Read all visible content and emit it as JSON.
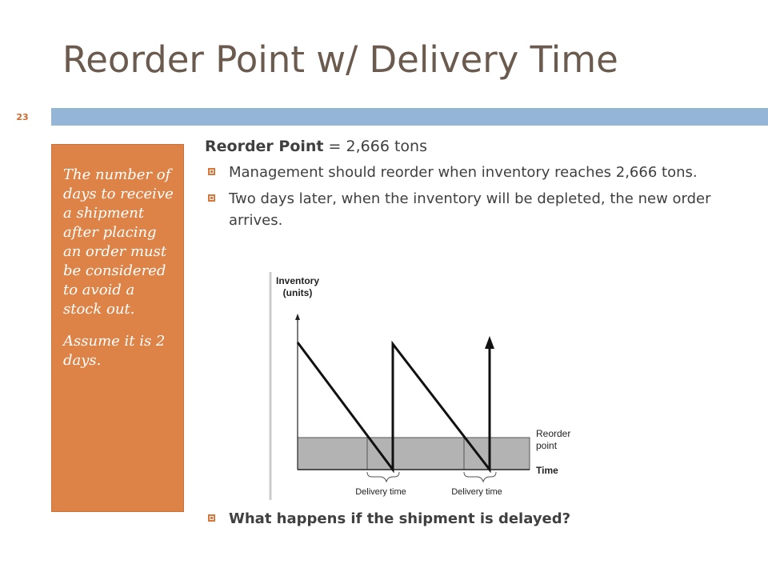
{
  "title": "Reorder Point w/ Delivery Time",
  "slide_number": "23",
  "sidebar": {
    "paragraph_1": "The number of days to receive a shipment after placing an order must be considered to avoid a stock out.",
    "paragraph_2": "Assume it is 2 days."
  },
  "main": {
    "lead_label": "Reorder Point",
    "lead_value": " = 2,666 tons",
    "bullets": [
      "Management should reorder when inventory reaches 2,666 tons.",
      "Two days later, when the inventory will be depleted, the new order arrives."
    ],
    "question": "What happens if the shipment is delayed?"
  },
  "diagram": {
    "y_label_line1": "Inventory",
    "y_label_line2": "(units)",
    "reorder_label_line1": "Reorder",
    "reorder_label_line2": "point",
    "x_label": "Time",
    "delivery_label_1": "Delivery time",
    "delivery_label_2": "Delivery time"
  },
  "colors": {
    "accent": "#dd8347",
    "header_bar": "#94b5d6",
    "title": "#6b5a4e",
    "reorder_band": "#b3b3b3"
  }
}
